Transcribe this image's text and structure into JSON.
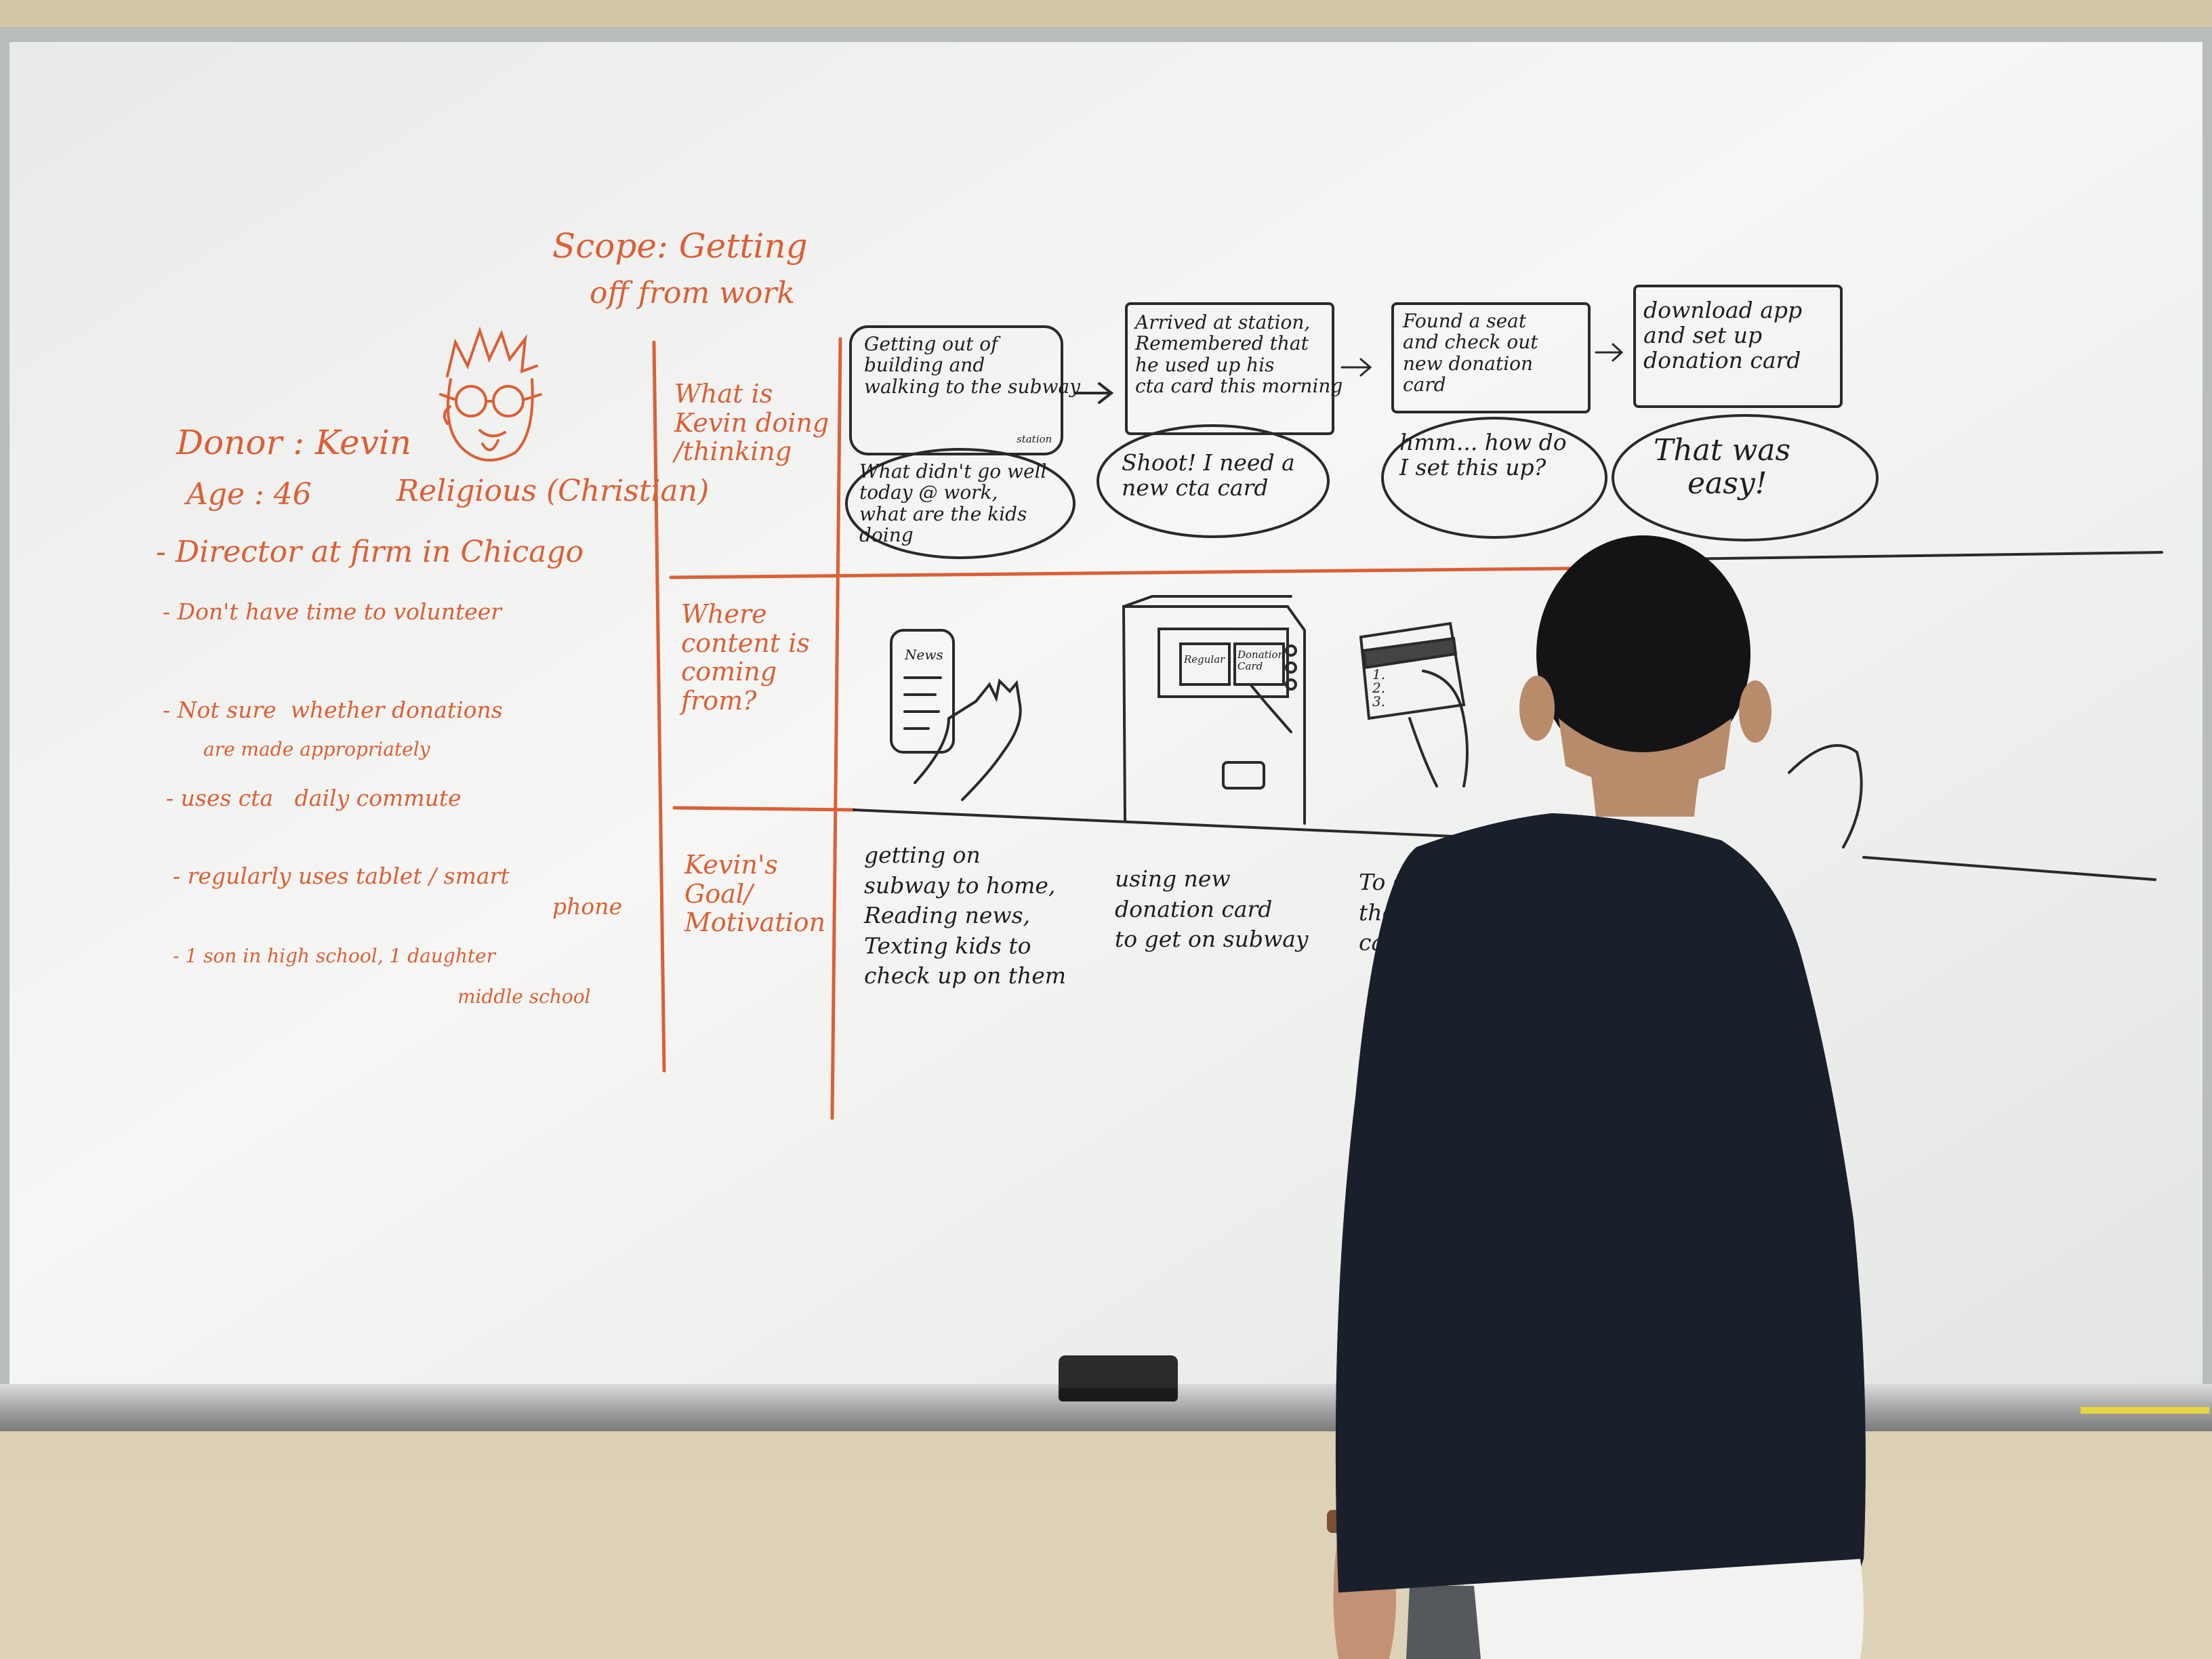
{
  "scope": {
    "line1": "Scope: Getting",
    "line2": "off from work"
  },
  "persona": {
    "name": "Donor : Kevin",
    "age": "Age : 46",
    "religion": "Religious (Christian)",
    "traits": [
      {
        "text": "- Director at firm in Chicago"
      },
      {
        "text": "- Don't have time to volunteer"
      },
      {
        "line1": "- Not sure  whether donations",
        "line2": "are made appropriately"
      },
      {
        "text": "- uses cta   daily commute"
      },
      {
        "line1": "- regularly uses tablet / smart",
        "line2": "phone"
      },
      {
        "line1": "- 1 son in high school, 1 daughter",
        "line2": "middle school"
      }
    ]
  },
  "rows": {
    "doing": {
      "line1": "What is",
      "line2": "Kevin doing",
      "line3": "/thinking"
    },
    "content": {
      "line1": "Where",
      "line2": "content is",
      "line3": "coming",
      "line4": "from?"
    },
    "goal": {
      "line1": "Kevin's",
      "line2": "Goal/",
      "line3": "Motivation"
    }
  },
  "steps": [
    {
      "box": {
        "line1": "Getting out of",
        "line2": "building and",
        "line3": "walking to the subway",
        "line4": "station"
      },
      "thought": {
        "line1": "What didn't go well",
        "line2": "today @ work,",
        "line3": "what are the kids",
        "line4": "doing"
      },
      "phone_label": "News",
      "goal": {
        "line1": "getting on",
        "line2": "subway to home,",
        "line3": "Reading news,",
        "line4": "Texting kids to",
        "line5": "check up on them"
      }
    },
    {
      "box": {
        "line1": "Arrived at station,",
        "line2": "Remembered that",
        "line3": "he used up his",
        "line4": "cta card this morning"
      },
      "thought": {
        "line1": "Shoot! I need a",
        "line2": "new cta card"
      },
      "machine": {
        "btn1": "Regular",
        "btn2": "Donation Card"
      },
      "goal": {
        "line1": "using new",
        "line2": "donation card",
        "line3": "to get on subway"
      }
    },
    {
      "box": {
        "line1": "Found a seat",
        "line2": "and check out",
        "line3": "new donation",
        "line4": "card"
      },
      "thought": {
        "line1": "hmm... how do",
        "line2": "I set this up?"
      },
      "card_list": {
        "line1": "1.",
        "line2": "2.",
        "line3": "3."
      },
      "goal": {
        "line1": "To set up",
        "line2": "the d",
        "line3": "card"
      }
    },
    {
      "box": {
        "line1": "download app",
        "line2": "and set up",
        "line3": "donation card"
      },
      "thought": {
        "line1": "That was",
        "line2": "easy!"
      }
    }
  ],
  "colors": {
    "whiteboard": "#f3f4f2",
    "orange_marker": "#dc5f35",
    "black_marker": "#1e1e1e",
    "wall": "#d9cdb1",
    "sweater": "#1a1f2c"
  },
  "icons": [
    "tablet-sketch-icon",
    "hand-sketch-icon",
    "ticket-machine-sketch-icon",
    "donation-card-sketch-icon",
    "eraser-icon"
  ]
}
